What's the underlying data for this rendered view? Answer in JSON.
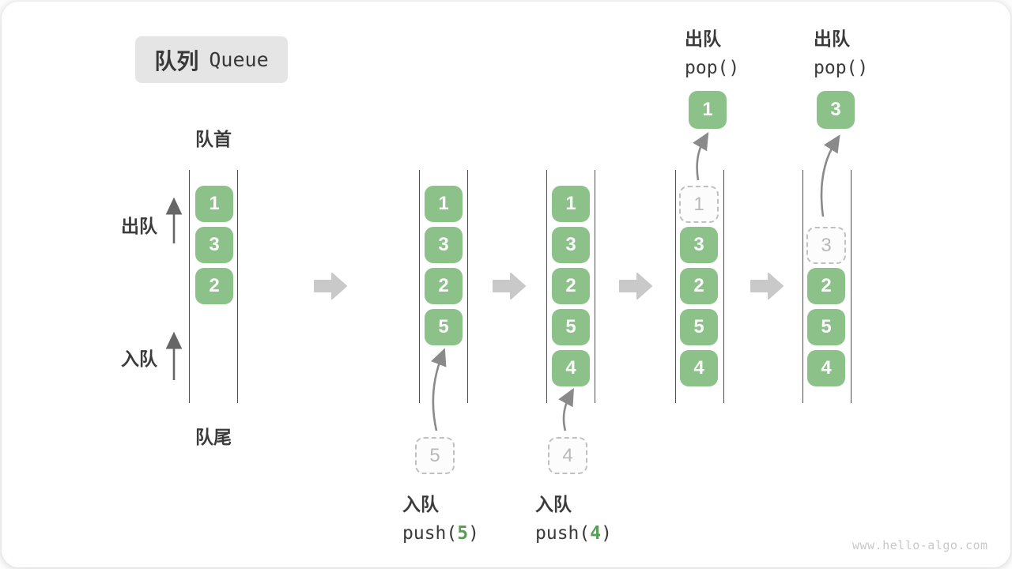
{
  "title": {
    "zh": "队列",
    "en": "Queue"
  },
  "labels": {
    "front": "队首",
    "rear": "队尾",
    "dequeue_side": "出队",
    "enqueue_side": "入队"
  },
  "queues": [
    {
      "boxes": [
        "1",
        "3",
        "2"
      ]
    },
    {
      "boxes": [
        "1",
        "3",
        "2",
        "5"
      ],
      "staged": "5",
      "op": {
        "zh": "入队",
        "fn_open": "push(",
        "arg": "5",
        "fn_close": ")"
      }
    },
    {
      "boxes": [
        "1",
        "3",
        "2",
        "5",
        "4"
      ],
      "staged": "4",
      "op": {
        "zh": "入队",
        "fn_open": "push(",
        "arg": "4",
        "fn_close": ")"
      }
    },
    {
      "boxes": [
        "3",
        "2",
        "5",
        "4"
      ],
      "ghost": "1",
      "popped": "1",
      "op": {
        "zh": "出队",
        "fn": "pop()"
      }
    },
    {
      "boxes": [
        "2",
        "5",
        "4"
      ],
      "ghost": "3",
      "popped": "3",
      "op": {
        "zh": "出队",
        "fn": "pop()"
      }
    }
  ],
  "watermark": "www.hello-algo.com",
  "colors": {
    "box_green": "#8dc18a",
    "arg_green": "#55a054",
    "step_arrow_gray": "#c9c9c9",
    "wall_dark": "#4f4f4f",
    "ghost_gray": "#b9b9b9",
    "text_dark": "#3a3a3a",
    "badge_bg": "#e5e5e5"
  }
}
